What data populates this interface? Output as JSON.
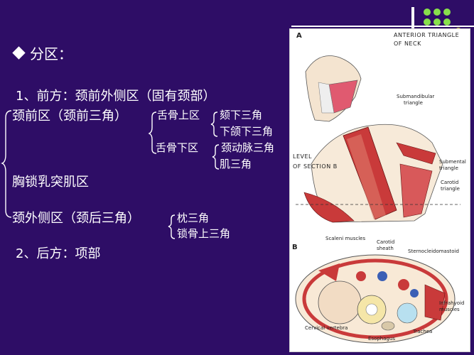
{
  "heading": {
    "label": "分区："
  },
  "lines": {
    "front": "1、前方：颈前外侧区（固有颈部）",
    "anterior_region": "颈前区（颈前三角）",
    "suprahyoid": "舌骨上区",
    "infrahyoid": "舌骨下区",
    "submental": "颏下三角",
    "submandibular": "下颌下三角",
    "carotid": "颈动脉三角",
    "muscular": "肌三角",
    "scm_region": "胸锁乳突肌区",
    "lateral_region": "颈外侧区（颈后三角）",
    "occipital": "枕三角",
    "supraclavicular": "锁骨上三角",
    "back": "2、后方：项部"
  },
  "figure": {
    "letter_a": "A",
    "title": [
      "ANTERIOR TRIANGLE",
      "OF NECK"
    ],
    "submandibular": [
      "Submandibular",
      "triangle"
    ],
    "submental": [
      "Submental",
      "triangle"
    ],
    "carotid": [
      "Carotid",
      "triangle"
    ],
    "level": [
      "LEVEL",
      "OF SECTION B"
    ],
    "letter_b": "B",
    "scaleni": "Scaleni muscles",
    "carotid_sheath": [
      "Carotid",
      "sheath"
    ],
    "scm": "Sternocleidomastoid",
    "infrahyoid": [
      "Infrahyoid",
      "muscles"
    ],
    "cervical": "Cervical vertebra",
    "esophagus": "Esophagus",
    "trachea": "Trachea"
  },
  "colors": {
    "background": "#2e0d66",
    "dots_green": "#88e04c",
    "dots_yellow": "#d9d83a",
    "muscle": "#c93a3a"
  }
}
